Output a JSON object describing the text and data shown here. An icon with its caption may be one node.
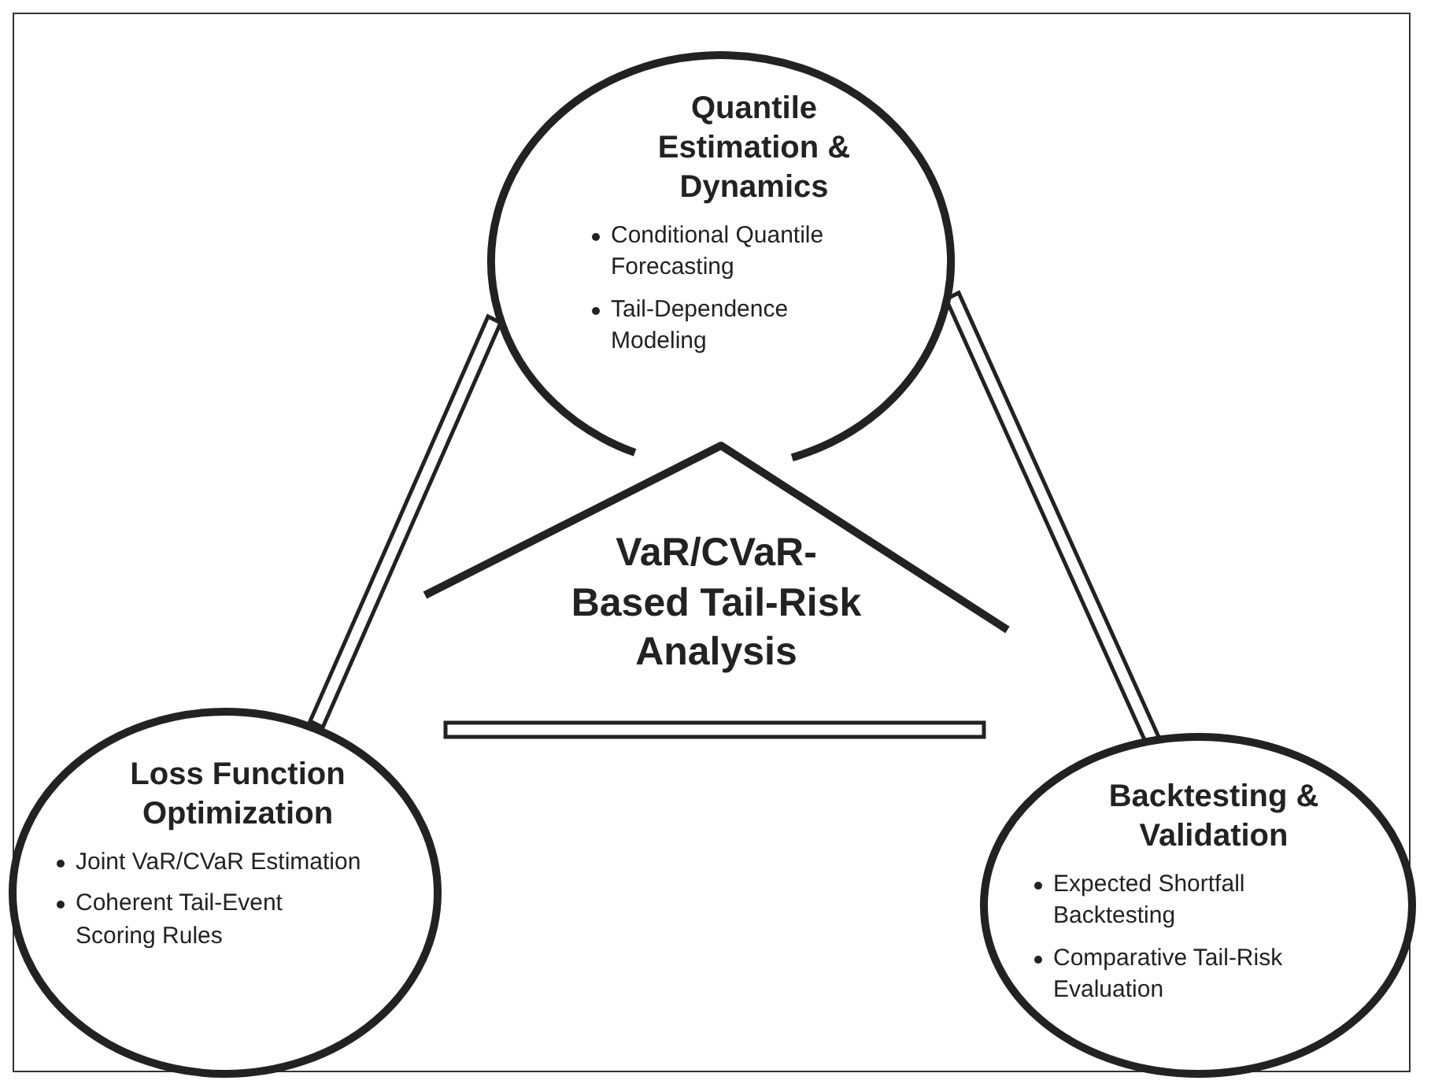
{
  "diagram": {
    "nodes": [
      {
        "text": [
          "Quantile Estimation & Dynamics",
          "Conditional Quantile Forecasting",
          "Tail-Dependence Modeling"
        ]
      },
      {
        "text": [
          "VaR/CVaR-Based Tail-Risk Analysis"
        ]
      },
      {
        "text": [
          "Loss Function Optimization",
          "Joint VaR/CVaR Estimation",
          "Coherent Tail-Event Scoring Rules"
        ]
      },
      {
        "text": [
          "Backtesting & Validation",
          "Expected Shortfall Backtesting",
          "Comparative Tail-Risk Evaluation"
        ]
      }
    ],
    "edges": [
      {
        "from": 0,
        "to": 2,
        "arrow": "none"
      },
      {
        "from": 0,
        "to": 3,
        "arrow": "none"
      },
      {
        "from": 2,
        "to": 3,
        "arrow": "none"
      }
    ]
  }
}
